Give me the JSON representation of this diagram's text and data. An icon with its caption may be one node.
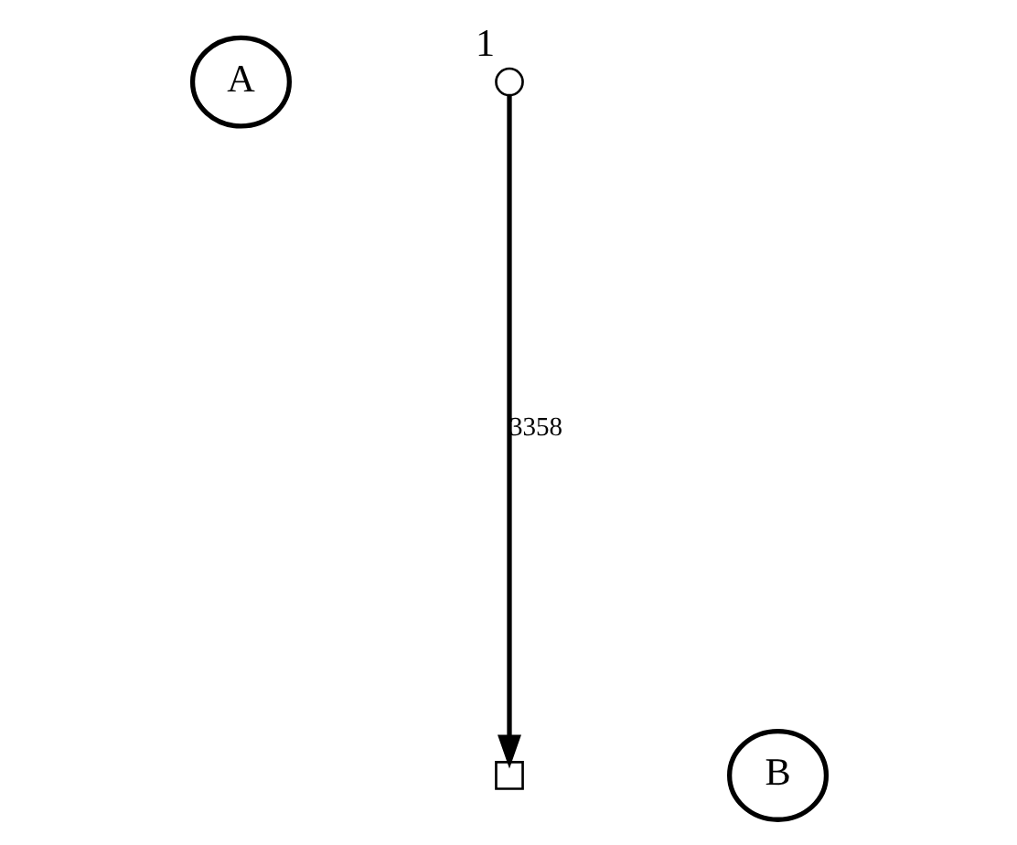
{
  "diagram": {
    "nodes": [
      {
        "text": [
          "A"
        ]
      },
      {
        "text": [],
        "shape": "circle",
        "beside": [
          "1"
        ]
      },
      {
        "text": [],
        "shape": "box"
      },
      {
        "text": [
          "B"
        ]
      }
    ],
    "edges": [
      {
        "from": 1,
        "to": 2,
        "arrow": "to",
        "label": "3358"
      }
    ]
  }
}
